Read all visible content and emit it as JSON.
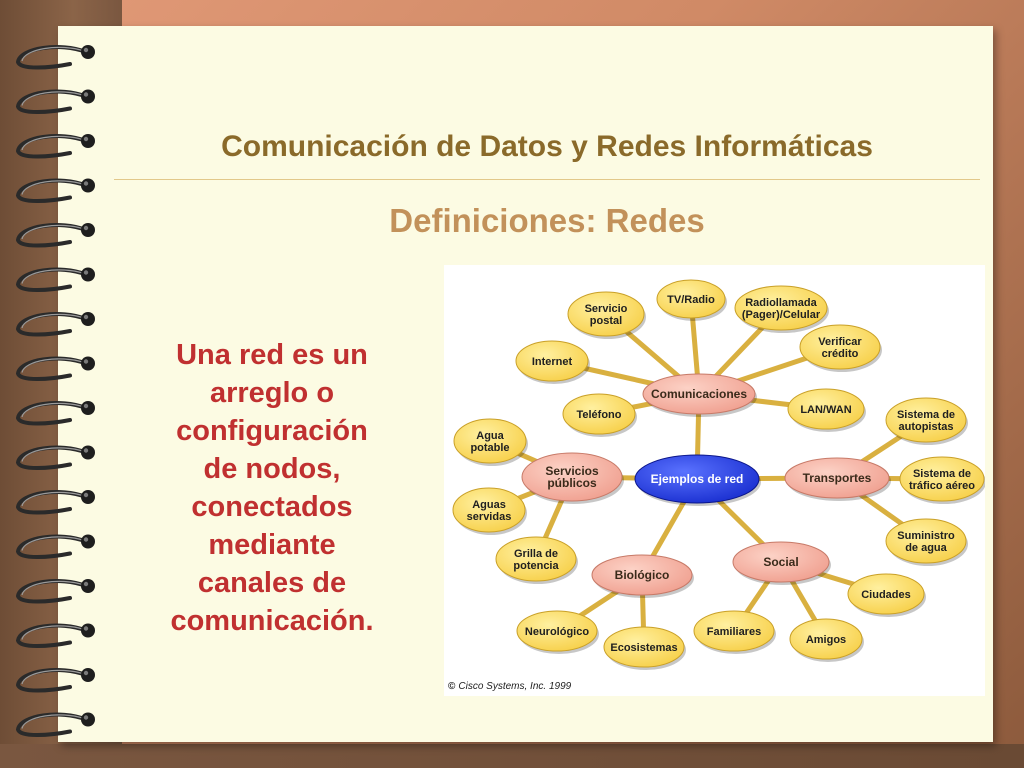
{
  "slide": {
    "title": "Comunicación de Datos y Redes Informáticas",
    "subtitle": "Definiciones: Redes",
    "definition_lines": [
      "Una red es un",
      "arreglo o",
      "configuración",
      "de nodos,",
      "conectados",
      "mediante",
      "canales de",
      "comunicación."
    ]
  },
  "diagram": {
    "center": {
      "id": "center",
      "label": [
        "Ejemplos de red"
      ],
      "kind": "hub"
    },
    "categories": [
      {
        "id": "comunicaciones",
        "label": [
          "Comunicaciones"
        ],
        "kind": "category"
      },
      {
        "id": "servicios",
        "label": [
          "Servicios",
          "públicos"
        ],
        "kind": "category"
      },
      {
        "id": "transportes",
        "label": [
          "Transportes"
        ],
        "kind": "category"
      },
      {
        "id": "biologico",
        "label": [
          "Biológico"
        ],
        "kind": "category"
      },
      {
        "id": "social",
        "label": [
          "Social"
        ],
        "kind": "category"
      }
    ],
    "leaves": [
      {
        "id": "servicio-postal",
        "parent": "comunicaciones",
        "label": [
          "Servicio",
          "postal"
        ]
      },
      {
        "id": "tv-radio",
        "parent": "comunicaciones",
        "label": [
          "TV/Radio"
        ]
      },
      {
        "id": "radiollamada",
        "parent": "comunicaciones",
        "label": [
          "Radiollamada",
          "(Pager)/Celular"
        ]
      },
      {
        "id": "verificar-credito",
        "parent": "comunicaciones",
        "label": [
          "Verificar",
          "crédito"
        ]
      },
      {
        "id": "internet",
        "parent": "comunicaciones",
        "label": [
          "Internet"
        ]
      },
      {
        "id": "lan-wan",
        "parent": "comunicaciones",
        "label": [
          "LAN/WAN"
        ]
      },
      {
        "id": "telefono",
        "parent": "comunicaciones",
        "label": [
          "Teléfono"
        ]
      },
      {
        "id": "agua-potable",
        "parent": "servicios",
        "label": [
          "Agua",
          "potable"
        ]
      },
      {
        "id": "aguas-servidas",
        "parent": "servicios",
        "label": [
          "Aguas",
          "servidas"
        ]
      },
      {
        "id": "grilla-potencia",
        "parent": "servicios",
        "label": [
          "Grilla de",
          "potencia"
        ]
      },
      {
        "id": "sistema-autopistas",
        "parent": "transportes",
        "label": [
          "Sistema de",
          "autopistas"
        ]
      },
      {
        "id": "trafico-aereo",
        "parent": "transportes",
        "label": [
          "Sistema de",
          "tráfico aéreo"
        ]
      },
      {
        "id": "suministro-agua",
        "parent": "transportes",
        "label": [
          "Suministro",
          "de agua"
        ]
      },
      {
        "id": "neurologico",
        "parent": "biologico",
        "label": [
          "Neurológico"
        ]
      },
      {
        "id": "ecosistemas",
        "parent": "biologico",
        "label": [
          "Ecosistemas"
        ]
      },
      {
        "id": "familiares",
        "parent": "social",
        "label": [
          "Familiares"
        ]
      },
      {
        "id": "amigos",
        "parent": "social",
        "label": [
          "Amigos"
        ]
      },
      {
        "id": "ciudades",
        "parent": "social",
        "label": [
          "Ciudades"
        ]
      }
    ],
    "colors": {
      "hub_fill": "#1a2fd0",
      "category_fill": "#f0a090",
      "leaf_fill": "#f7d04a",
      "connector": "#d9b040"
    },
    "copyright": "Cisco Systems, Inc. 1999",
    "copyright_mark": "©"
  },
  "colors": {
    "page": "#fcfbe3",
    "title": "#8a6a2a",
    "subtitle": "#c2915a",
    "definition": "#c03030"
  }
}
